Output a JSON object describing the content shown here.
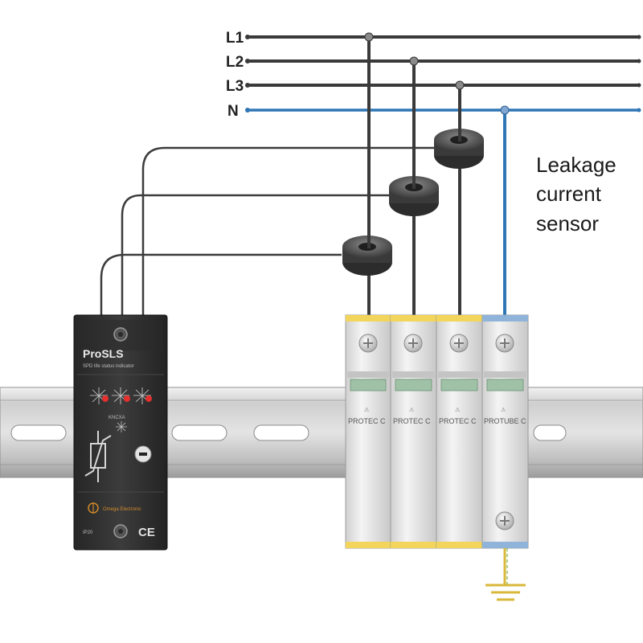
{
  "lines": [
    {
      "label": "L1",
      "color": "#3a3a3a"
    },
    {
      "label": "L2",
      "color": "#3a3a3a"
    },
    {
      "label": "L3",
      "color": "#3a3a3a"
    },
    {
      "label": "N",
      "color": "#2f76b5"
    }
  ],
  "caption": {
    "line1": "Leakage",
    "line2": "current",
    "line3": "sensor"
  },
  "indicator": {
    "name": "ProSLS",
    "subtitle": "SPD life status indicator",
    "led_label": "KNCXA",
    "ip_label": "IP20",
    "brand": "Omega Electronic",
    "ce": "CE"
  },
  "spd_modules": [
    {
      "label": "PROTEC C",
      "stripe": "#f2d55a"
    },
    {
      "label": "PROTEC C",
      "stripe": "#f2d55a"
    },
    {
      "label": "PROTEC C",
      "stripe": "#f2d55a"
    },
    {
      "label": "PROTUBE C",
      "stripe": "#8fb3d9"
    }
  ],
  "colors": {
    "phase_wire": "#3a3a3a",
    "neutral_wire": "#2f76b5",
    "din_rail": "#d6d6d6",
    "indicator_body": "#2f2f2f",
    "led_red": "#e3302f",
    "earth": "#d9b93a"
  }
}
